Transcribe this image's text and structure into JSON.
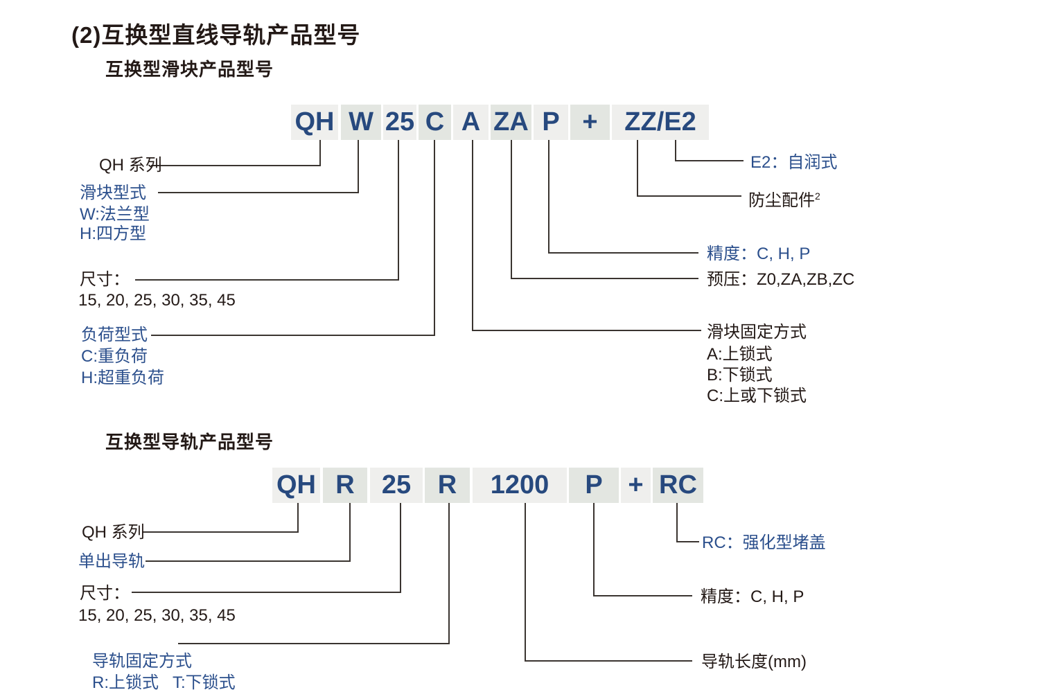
{
  "page": {
    "title": "(2)互换型直线导轨产品型号",
    "subtitle_slider": "互换型滑块产品型号",
    "subtitle_rail": "互换型导轨产品型号"
  },
  "colors": {
    "accent_blue": "#2b4f8c",
    "model_text_blue": "#27497e",
    "text_dark": "#231916",
    "box_light": "#efefed",
    "box_dark": "#e3e6e1",
    "line": "#3a3430"
  },
  "slider_model": {
    "segments": [
      "QH",
      "W",
      "25",
      "C",
      "A",
      "ZA",
      "P",
      "+",
      "ZZ/E2"
    ],
    "labels": {
      "series": "QH 系列",
      "block_type_title": "滑块型式",
      "block_type_w": "W:法兰型",
      "block_type_h": "H:四方型",
      "size_title": "尺寸：",
      "size_values": "15, 20, 25, 30, 35, 45",
      "load_title": "负荷型式",
      "load_c": "C:重负荷",
      "load_h": "H:超重负荷",
      "e2": "E2：自润式",
      "dust": "防尘配件",
      "dust_sup": "2",
      "accuracy": "精度：C, H, P",
      "preload": "预压：Z0,ZA,ZB,ZC",
      "fixing_title": "滑块固定方式",
      "fixing_a": "A:上锁式",
      "fixing_b": "B:下锁式",
      "fixing_c": "C:上或下锁式"
    }
  },
  "rail_model": {
    "segments": [
      "QH",
      "R",
      "25",
      "R",
      "1200",
      "P",
      "+",
      "RC"
    ],
    "labels": {
      "series": "QH 系列",
      "single_rail": "单出导轨",
      "size_title": "尺寸：",
      "size_values": "15, 20, 25, 30, 35, 45",
      "fixing_title": "导轨固定方式",
      "fixing_values": "R:上锁式   T:下锁式",
      "rc": "RC：强化型堵盖",
      "accuracy": "精度：C, H, P",
      "length": "导轨长度(mm)"
    }
  }
}
